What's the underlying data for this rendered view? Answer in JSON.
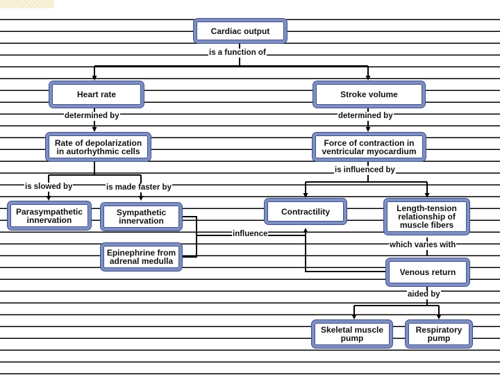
{
  "nodes": {
    "cardiac_output": "Cardiac output",
    "heart_rate": "Heart rate",
    "stroke_volume": "Stroke volume",
    "rate_depolarization": "Rate of depolarization in autorhythmic cells",
    "force_contraction": "Force of contraction in ventricular myocardium",
    "parasympathetic": "Parasympathetic innervation",
    "sympathetic": "Sympathetic innervation",
    "epinephrine": "Epinephrine from adrenal medulla",
    "contractility": "Contractility",
    "length_tension": "Length-tension relationship of muscle fibers",
    "venous_return": "Venous return",
    "skeletal_pump": "Skeletal muscle pump",
    "respiratory_pump": "Respiratory pump"
  },
  "labels": {
    "function_of": "is a function of",
    "determined_by_left": "determined by",
    "determined_by_right": "determined by",
    "influenced_by": "is influenced by",
    "slowed_by": "is slowed by",
    "made_faster": "is made faster by",
    "influence": "influence",
    "varies_with": "which varies with",
    "aided_by": "aided by"
  }
}
